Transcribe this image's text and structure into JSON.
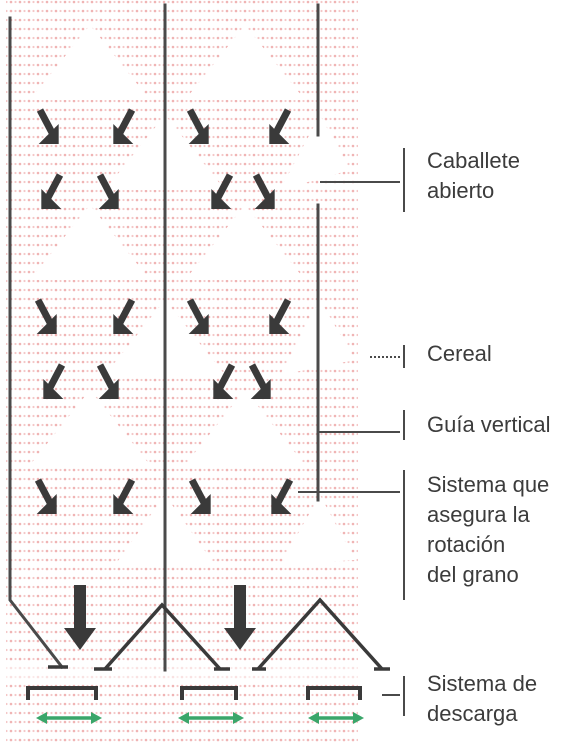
{
  "diagram": {
    "colors": {
      "line": "#4a4a4a",
      "arrow": "#3a3a3a",
      "dots": "#f0b4b4",
      "discharge_arrow": "#3aa66a",
      "background": "#ffffff"
    },
    "labels": {
      "caballete": [
        "Caballete",
        "abierto"
      ],
      "cereal": "Cereal",
      "guia": "Guía vertical",
      "sistema_rotacion": [
        "Sistema que",
        "asegura la",
        "rotación",
        "del grano"
      ],
      "sistema_descarga": [
        "Sistema de",
        "descarga"
      ]
    }
  }
}
